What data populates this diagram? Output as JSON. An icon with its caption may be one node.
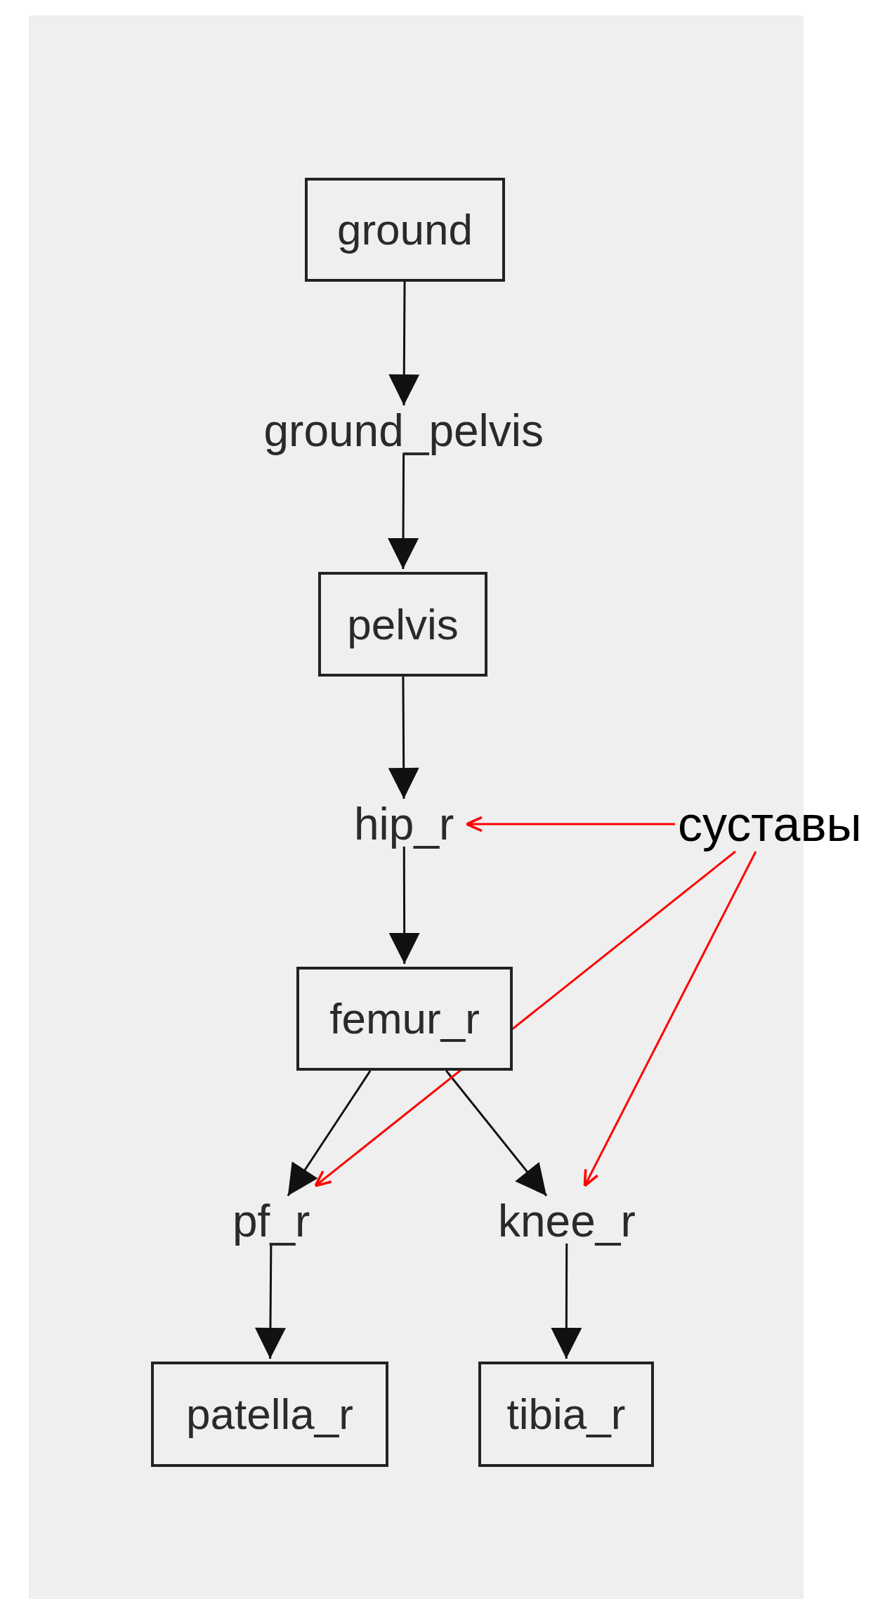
{
  "diagram": {
    "nodes": [
      {
        "text": [
          "ground"
        ]
      },
      {
        "text": [
          "ground_pelvis"
        ]
      },
      {
        "text": [
          "pelvis"
        ]
      },
      {
        "text": [
          "hip_r"
        ]
      },
      {
        "text": [
          "femur_r"
        ]
      },
      {
        "text": [
          "pf_r"
        ]
      },
      {
        "text": [
          "knee_r"
        ]
      },
      {
        "text": [
          "patella_r"
        ]
      },
      {
        "text": [
          "tibia_r"
        ]
      },
      {
        "text": [
          "суставы"
        ]
      }
    ],
    "edges": [
      {
        "from": 0,
        "to": 1,
        "arrow": "to"
      },
      {
        "from": 1,
        "to": 2,
        "arrow": "to"
      },
      {
        "from": 2,
        "to": 3,
        "arrow": "to"
      },
      {
        "from": 3,
        "to": 4,
        "arrow": "to"
      },
      {
        "from": 4,
        "to": 5,
        "arrow": "to"
      },
      {
        "from": 4,
        "to": 6,
        "arrow": "to"
      },
      {
        "from": 5,
        "to": 7,
        "arrow": "to"
      },
      {
        "from": 6,
        "to": 8,
        "arrow": "to"
      },
      {
        "from": 9,
        "to": 3,
        "arrow": "to",
        "color": "#ff0000"
      },
      {
        "from": 9,
        "to": 5,
        "arrow": "to",
        "color": "#ff0000"
      },
      {
        "from": 9,
        "to": 6,
        "arrow": "to",
        "color": "#ff0000"
      }
    ]
  }
}
